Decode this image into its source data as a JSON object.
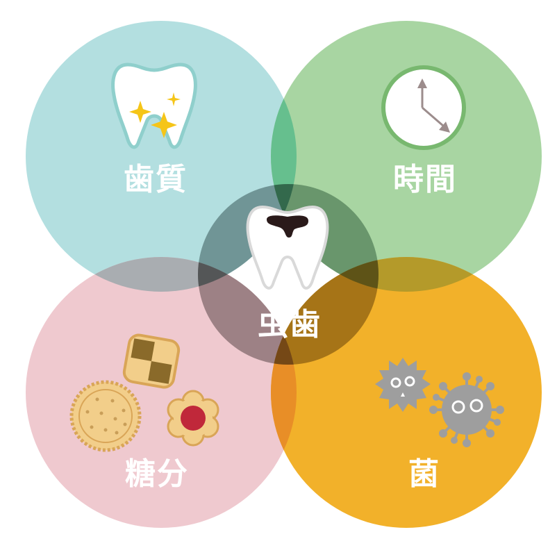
{
  "diagram": {
    "type": "venn",
    "title": "",
    "center": {
      "label": "虫歯",
      "icon": "decayed-tooth-icon"
    },
    "sets": [
      {
        "id": "enamel",
        "label": "歯質",
        "icon": "sparkling-tooth-icon",
        "color": "#b3dfe0",
        "position": "top-left"
      },
      {
        "id": "time",
        "label": "時間",
        "icon": "clock-icon",
        "color": "#a8d5a2",
        "position": "top-right"
      },
      {
        "id": "sugar",
        "label": "糖分",
        "icon": "cookies-icon",
        "color": "#efc9cf",
        "position": "bottom-left"
      },
      {
        "id": "bacteria",
        "label": "菌",
        "icon": "germs-icon",
        "color": "#f2b12a",
        "position": "bottom-right"
      }
    ],
    "overlap_colors": {
      "enamel_time": "#66bf8e",
      "enamel_sugar": "#a9adb1",
      "time_bacteria": "#b49a2a",
      "sugar_bacteria": "#e88e27",
      "center_ring": "#4a3a2a"
    }
  }
}
